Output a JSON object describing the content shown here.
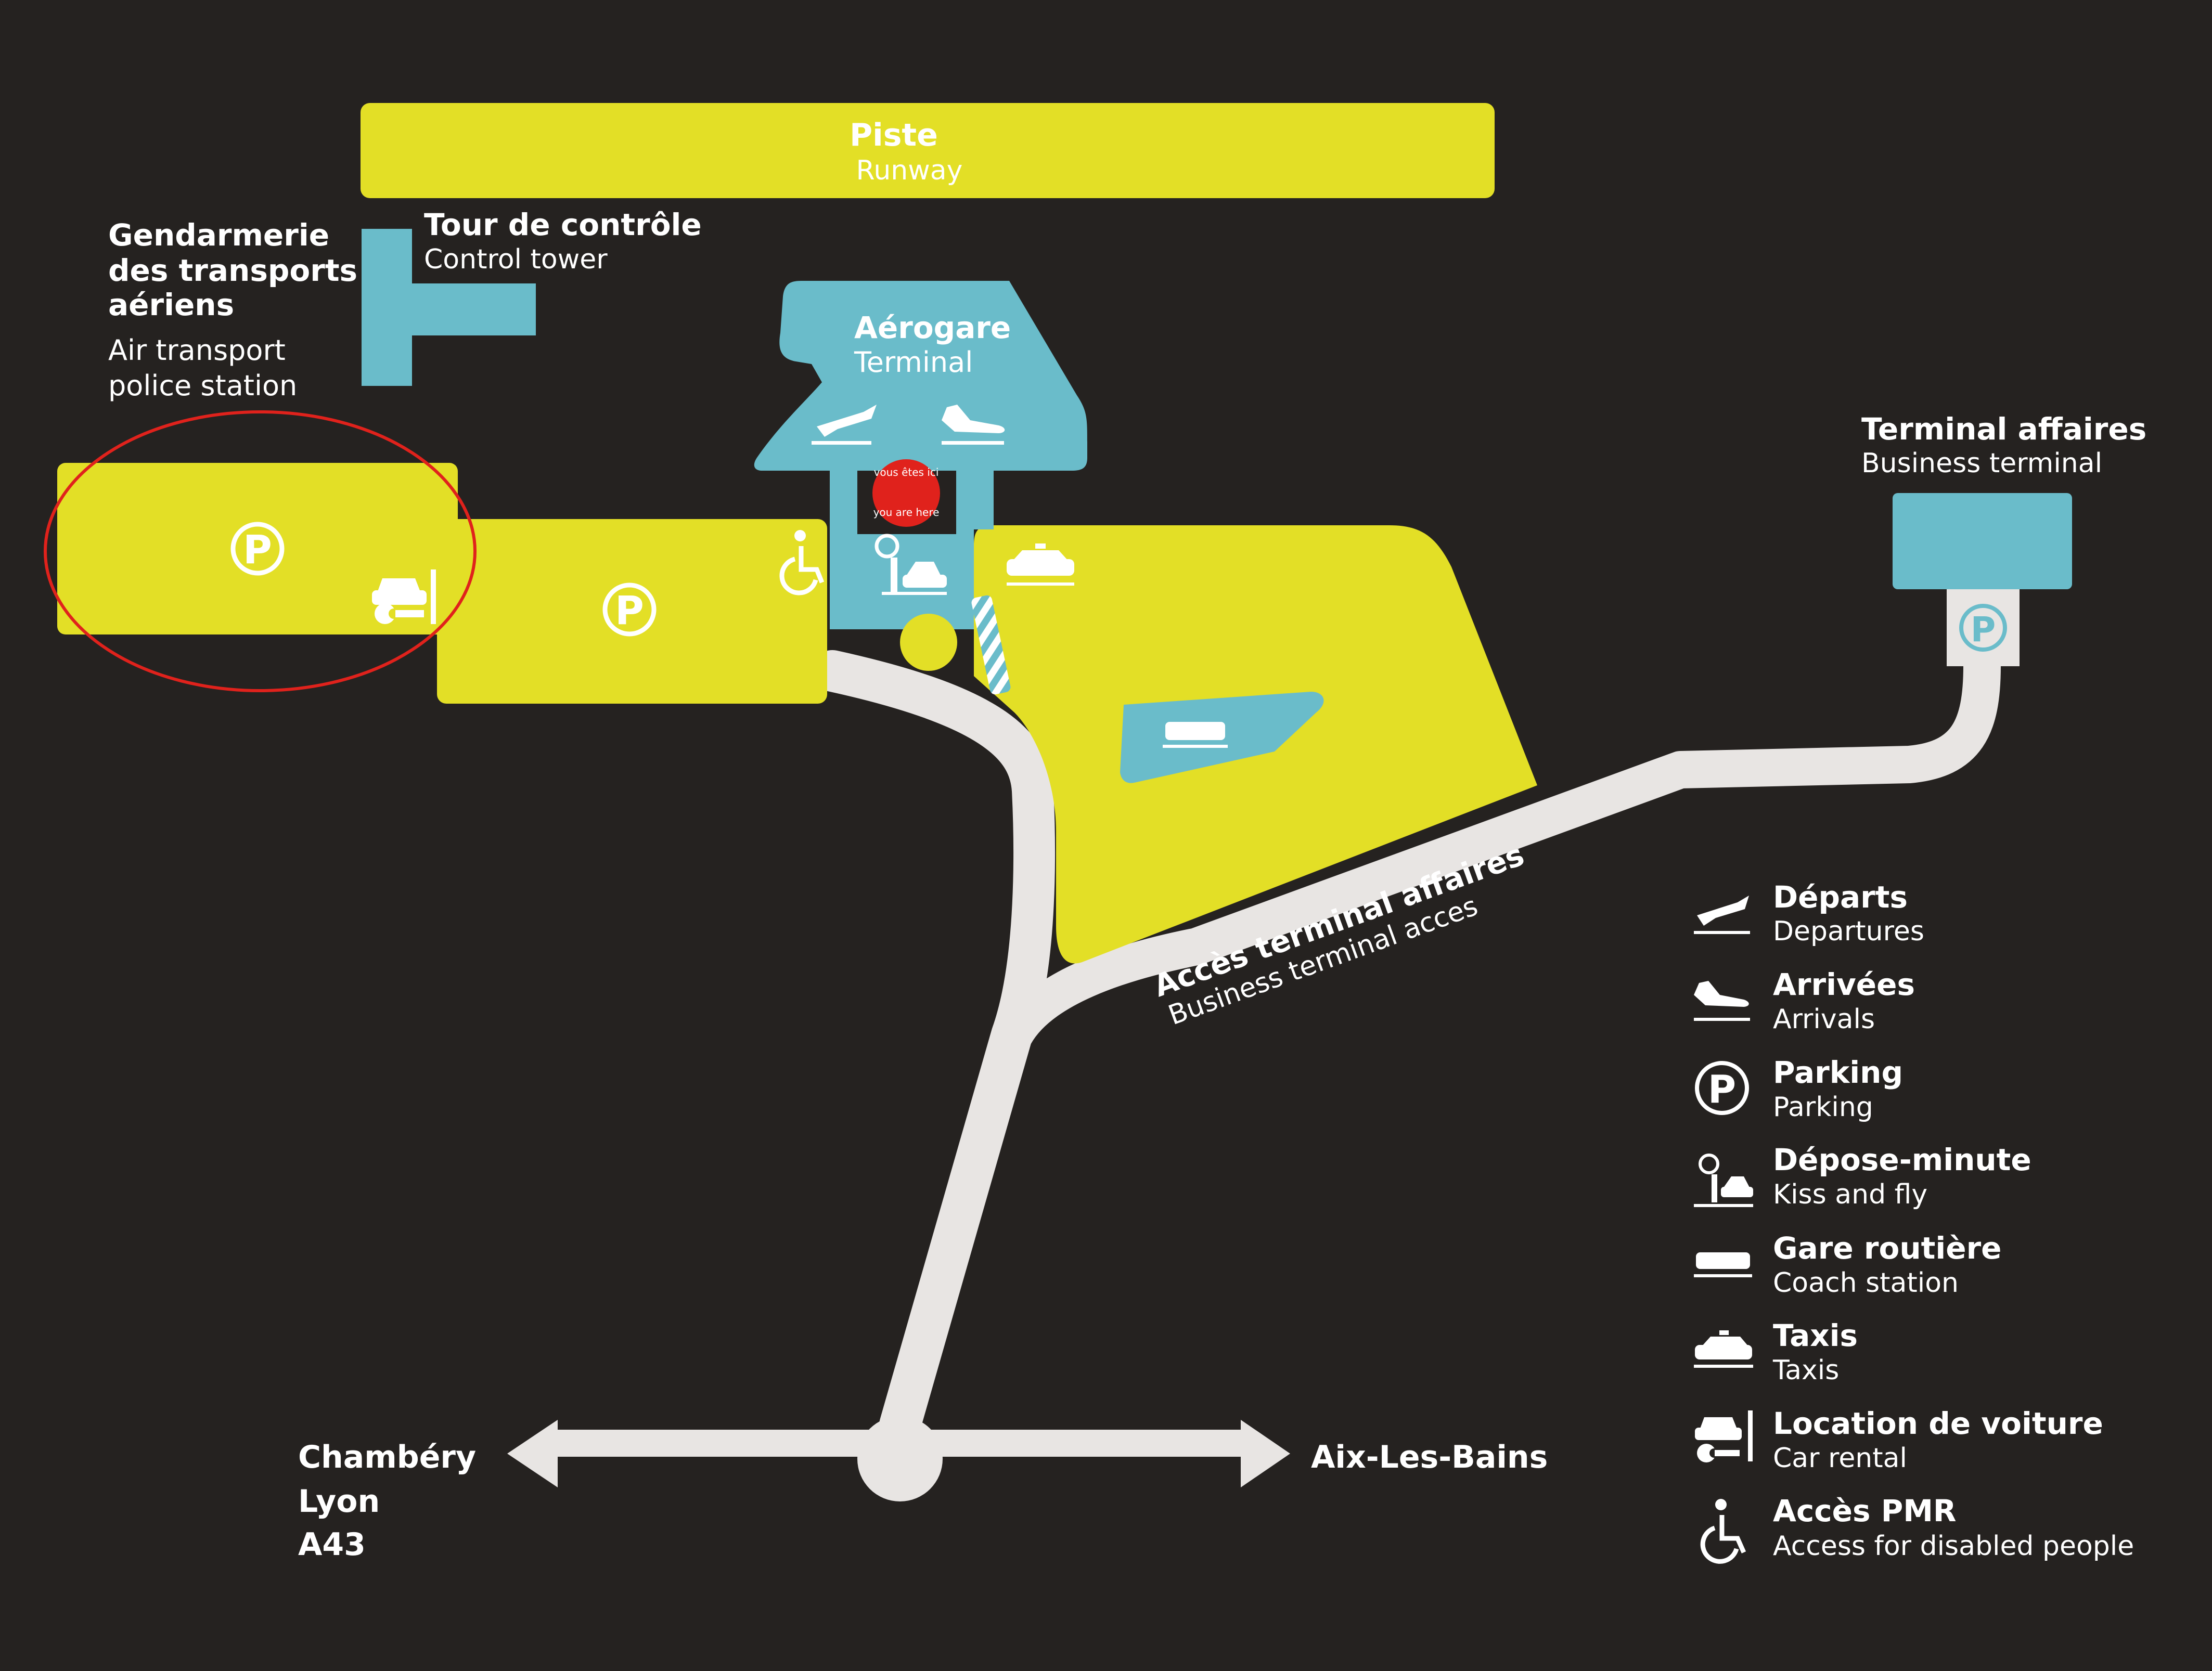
{
  "colors": {
    "background": "#252220",
    "parking_yellow": "#e3df26",
    "terminal_blue": "#6abcca",
    "road_grey": "#e8e5e3",
    "highlight_red": "#e0221c",
    "text": "#ffffff"
  },
  "runway": {
    "fr": "Piste",
    "en": "Runway"
  },
  "control_tower": {
    "fr": "Tour de contrôle",
    "en": "Control tower"
  },
  "gendarmerie": {
    "fr_line1": "Gendarmerie",
    "fr_line2": "des transports",
    "fr_line3": "aériens",
    "en_line1": "Air transport",
    "en_line2": "police station"
  },
  "terminal": {
    "fr": "Aérogare",
    "en": "Terminal"
  },
  "you_are_here": {
    "fr": "vous êtes ici",
    "en": "you are here"
  },
  "business_terminal": {
    "fr": "Terminal affaires",
    "en": "Business terminal"
  },
  "business_access": {
    "fr": "Accès terminal affaires",
    "en": "Business terminal acces"
  },
  "destinations": {
    "west_1": "Chambéry",
    "west_2": "Lyon",
    "west_3": "A43",
    "east": "Aix-Les-Bains"
  },
  "parking_symbol": "P",
  "legend": [
    {
      "icon": "departures-icon",
      "fr": "Départs",
      "en": "Departures"
    },
    {
      "icon": "arrivals-icon",
      "fr": "Arrivées",
      "en": "Arrivals"
    },
    {
      "icon": "parking-icon",
      "fr": "Parking",
      "en": "Parking"
    },
    {
      "icon": "kiss-and-fly-icon",
      "fr": "Dépose-minute",
      "en": "Kiss and fly"
    },
    {
      "icon": "coach-icon",
      "fr": "Gare routière",
      "en": "Coach station"
    },
    {
      "icon": "taxi-icon",
      "fr": "Taxis",
      "en": "Taxis"
    },
    {
      "icon": "car-rental-icon",
      "fr": "Location de voiture",
      "en": "Car rental"
    },
    {
      "icon": "wheelchair-icon",
      "fr": "Accès PMR",
      "en": "Access for disabled people"
    }
  ]
}
